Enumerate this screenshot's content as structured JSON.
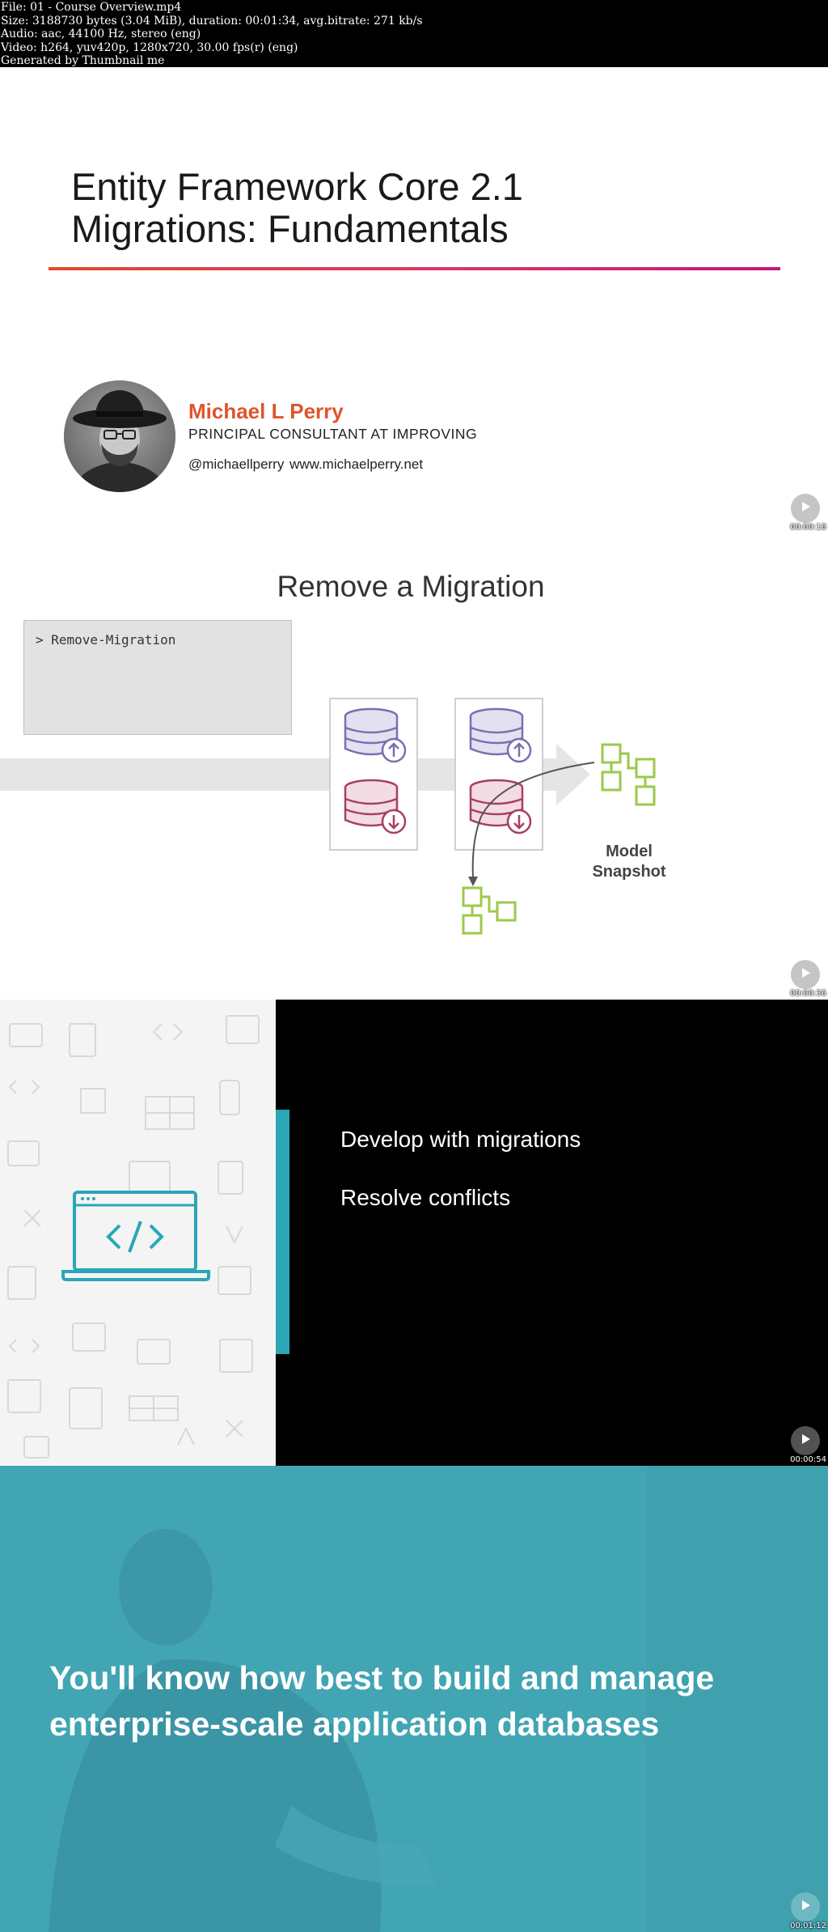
{
  "meta": {
    "lines": [
      "File: 01 - Course Overview.mp4",
      "Size: 3188730 bytes (3.04 MiB), duration: 00:01:34, avg.bitrate: 271 kb/s",
      "Audio: aac, 44100 Hz, stereo (eng)",
      "Video: h264, yuv420p, 1280x720, 30.00 fps(r) (eng)",
      "Generated by Thumbnail me"
    ]
  },
  "frames": [
    {
      "timestamp": "00:00:18",
      "title_line1": "Entity Framework Core 2.1",
      "title_line2": "Migrations: Fundamentals",
      "author_name": "Michael L Perry",
      "author_role": "PRINCIPAL CONSULTANT AT IMPROVING",
      "author_links": "@michaellperry   www.michaelperry.net"
    },
    {
      "timestamp": "00:00:36",
      "title": "Remove a Migration",
      "command": "> Remove-Migration",
      "snapshot_line1": "Model",
      "snapshot_line2": "Snapshot"
    },
    {
      "timestamp": "00:00:54",
      "items": [
        "Develop with migrations",
        "Resolve conflicts"
      ]
    },
    {
      "timestamp": "00:01:12",
      "line1": "You'll know how best to build and manage",
      "line2": "enterprise-scale application databases"
    }
  ],
  "colors": {
    "accent_orange": "#e0542d",
    "teal": "#2aa6b8",
    "teal_bg": "#45aab7",
    "db_purple": "#7a6fb0",
    "db_red": "#a83f62",
    "snapshot_green": "#9cc94a"
  },
  "icons": [
    "play-icon",
    "code-laptop-icon",
    "database-up-icon",
    "database-down-icon",
    "model-snapshot-icon"
  ]
}
